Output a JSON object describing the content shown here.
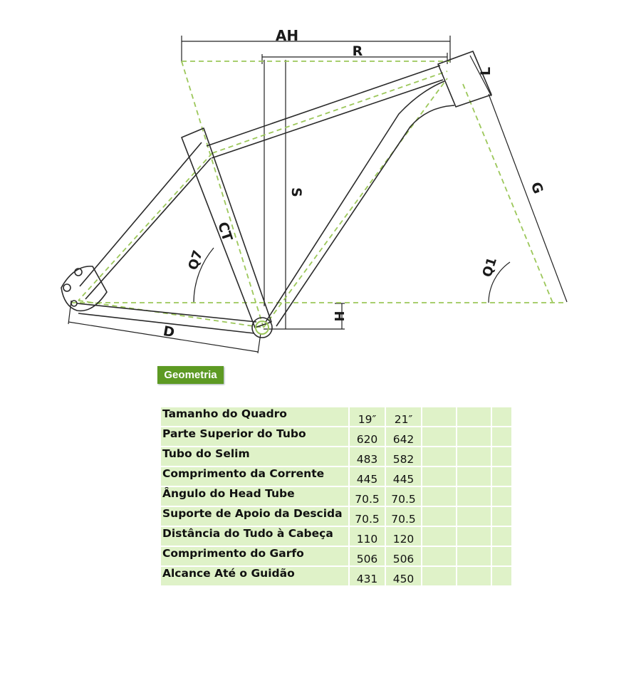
{
  "diagram": {
    "labels": {
      "ah": "AH",
      "r": "R",
      "l": "L",
      "s": "S",
      "g": "G",
      "ct": "CT",
      "q7": "Q7",
      "q1": "Q1",
      "h": "H",
      "d": "D"
    },
    "colors": {
      "frame_outline": "#2a2a2a",
      "centerline": "#9cc75a"
    }
  },
  "badge": {
    "label": "Geometria",
    "color": "#5d9a23"
  },
  "table": {
    "rows": [
      {
        "label": "Tamanho do Quadro",
        "values": [
          "19″",
          "21″"
        ]
      },
      {
        "label": "Parte Superior do Tubo",
        "values": [
          "620",
          "642"
        ]
      },
      {
        "label": "Tubo do Selim",
        "values": [
          "483",
          "582"
        ]
      },
      {
        "label": "Comprimento da Corrente",
        "values": [
          "445",
          "445"
        ]
      },
      {
        "label": "Ângulo do Head Tube",
        "values": [
          "70.5",
          "70.5"
        ]
      },
      {
        "label": "Suporte de Apoio da Descida",
        "values": [
          "70.5",
          "70.5"
        ]
      },
      {
        "label": "Distância do Tudo à Cabeça",
        "values": [
          "110",
          "120"
        ]
      },
      {
        "label": "Comprimento do Garfo",
        "values": [
          "506",
          "506"
        ]
      },
      {
        "label": "Alcance Até o Guidão",
        "values": [
          "431",
          "450"
        ]
      }
    ],
    "cell_color": "#dff2c8"
  }
}
